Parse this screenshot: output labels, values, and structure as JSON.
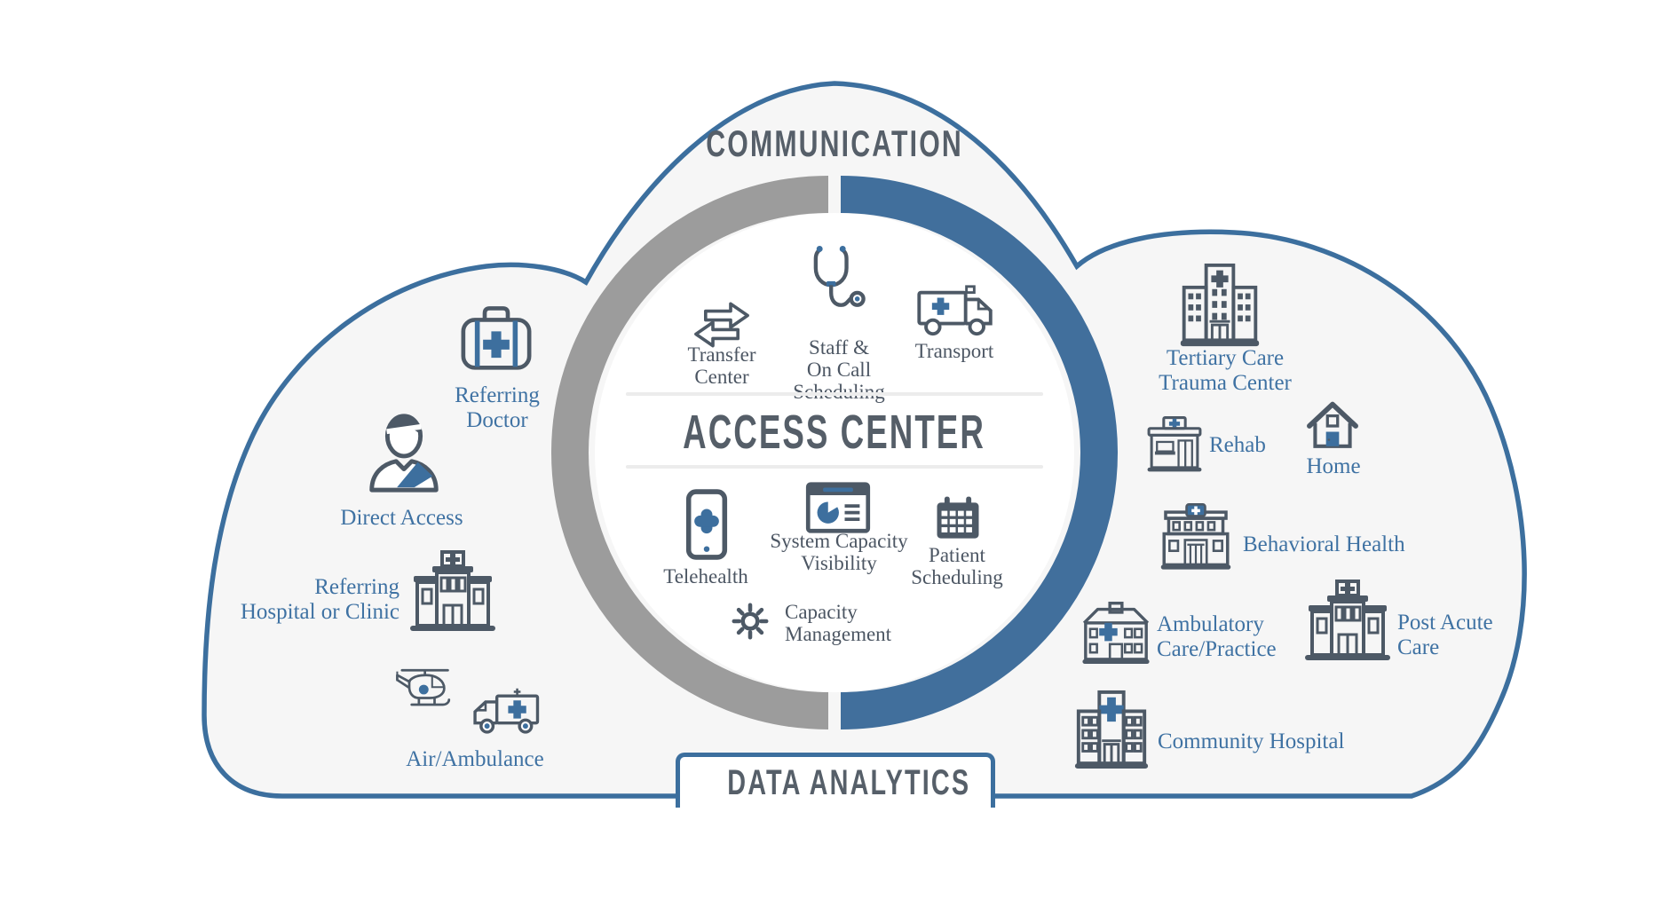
{
  "banners": {
    "top": "COMMUNICATION",
    "bottom": "DATA ANALYTICS"
  },
  "access_center": {
    "title": "ACCESS CENTER",
    "top_items": [
      {
        "label": "Transfer\nCenter",
        "icon": "transfer-arrows-icon"
      },
      {
        "label": "Staff &\nOn Call\nScheduling",
        "icon": "stethoscope-icon"
      },
      {
        "label": "Transport",
        "icon": "ambulance-icon"
      }
    ],
    "middle_items": [
      {
        "label": "Telehealth",
        "icon": "telehealth-phone-icon"
      },
      {
        "label": "System Capacity\nVisibility",
        "icon": "dashboard-pie-icon"
      },
      {
        "label": "Patient\nScheduling",
        "icon": "calendar-icon"
      }
    ],
    "bottom_items": [
      {
        "label": "Capacity\nManagement",
        "icon": "gear-icon"
      }
    ]
  },
  "left_nodes": [
    {
      "label": "Referring\nDoctor",
      "icon": "medical-bag-icon"
    },
    {
      "label": "Direct Access",
      "icon": "injured-person-icon"
    },
    {
      "label": "Referring\nHospital or Clinic",
      "icon": "hospital-building-icon"
    },
    {
      "label": "Air/Ambulance",
      "icon": "helicopter-icon / ambulance-icon"
    }
  ],
  "right_nodes": [
    {
      "label": "Tertiary Care\nTrauma Center",
      "icon": "large-hospital-icon"
    },
    {
      "label": "Rehab",
      "icon": "clinic-storefront-icon"
    },
    {
      "label": "Home",
      "icon": "house-icon"
    },
    {
      "label": "Behavioral Health",
      "icon": "behavioral-building-icon"
    },
    {
      "label": "Ambulatory\nCare/Practice",
      "icon": "ambulatory-clinic-icon"
    },
    {
      "label": "Post Acute\nCare",
      "icon": "hospital-building-icon"
    },
    {
      "label": "Community Hospital",
      "icon": "community-hospital-icon"
    }
  ],
  "colors": {
    "accent_blue": "#3d6f9e",
    "ring_blue": "#416f9c",
    "ring_gray": "#9c9c9c",
    "cloud_stroke": "#3c6f9e",
    "cloud_fill": "#f6f6f6",
    "dark_text": "#555e68",
    "icon_dark": "#4d5966",
    "label_blue": "#3f72a3"
  }
}
